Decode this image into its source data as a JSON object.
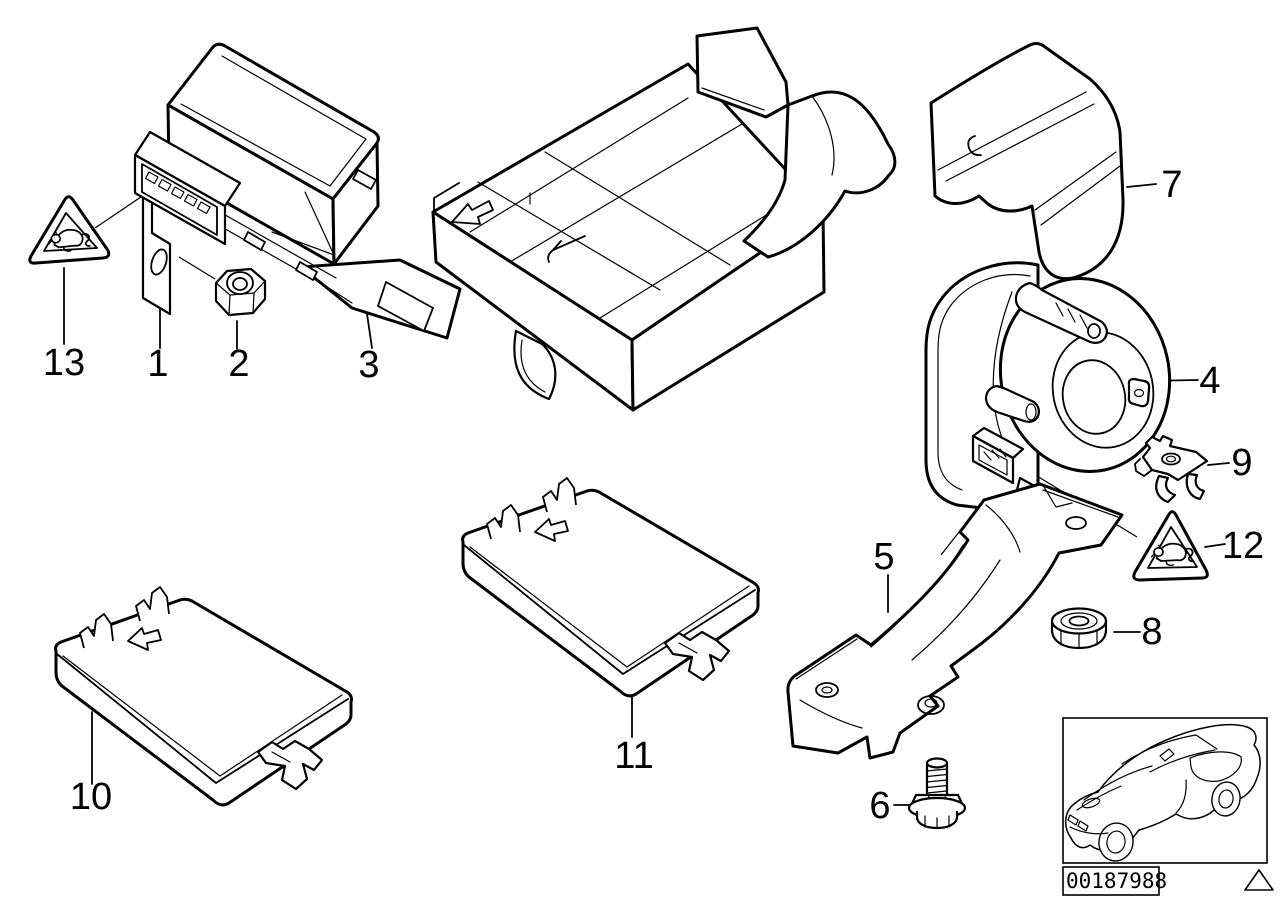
{
  "diagram": {
    "callouts": {
      "n1": "1",
      "n2": "2",
      "n3": "3",
      "n4": "4",
      "n5": "5",
      "n6": "6",
      "n7": "7",
      "n8": "8",
      "n9": "9",
      "n10": "10",
      "n11": "11",
      "n12": "12",
      "n13": "13"
    },
    "image_code": "00187988",
    "colors": {
      "line": "#000000",
      "background": "#ffffff"
    },
    "icons": {
      "warning_label": "burglar-warning-triangle-icon",
      "corner_mark": "corner-triangle-icon",
      "car": "car-thumbnail"
    }
  }
}
